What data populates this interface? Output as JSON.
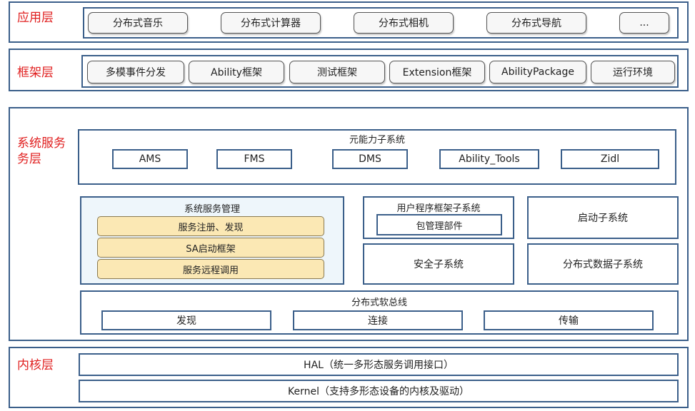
{
  "app_layer": {
    "label": "应用层",
    "items": [
      "分布式音乐",
      "分布式计算器",
      "分布式相机",
      "分布式导航",
      "..."
    ]
  },
  "framework_layer": {
    "label": "框架层",
    "items": [
      "多模事件分发",
      "Ability框架",
      "测试框架",
      "Extension框架",
      "AbilityPackage",
      "运行环境"
    ]
  },
  "service_layer": {
    "label": "系统服务\n务层",
    "label_line1": "系统服务",
    "label_line2": "务层",
    "meta_ability": {
      "title": "元能力子系统",
      "items": [
        "AMS",
        "FMS",
        "DMS",
        "Ability_Tools",
        "Zidl"
      ]
    },
    "sa_mgr": {
      "title": "系统服务管理",
      "items": [
        "服务注册、发现",
        "SA启动框架",
        "服务远程调用"
      ]
    },
    "user_framework": {
      "title": "用户程序框架子系统",
      "item": "包管理部件"
    },
    "startup": "启动子系统",
    "security": "安全子系统",
    "distributed_data": "分布式数据子系统",
    "softbus": {
      "title": "分布式软总线",
      "items": [
        "发现",
        "连接",
        "传输"
      ]
    }
  },
  "kernel_layer": {
    "label": "内核层",
    "hal": "HAL（统一多形态服务调用接口）",
    "kernel": "Kernel（支持多形态设备的内核及驱动）"
  }
}
